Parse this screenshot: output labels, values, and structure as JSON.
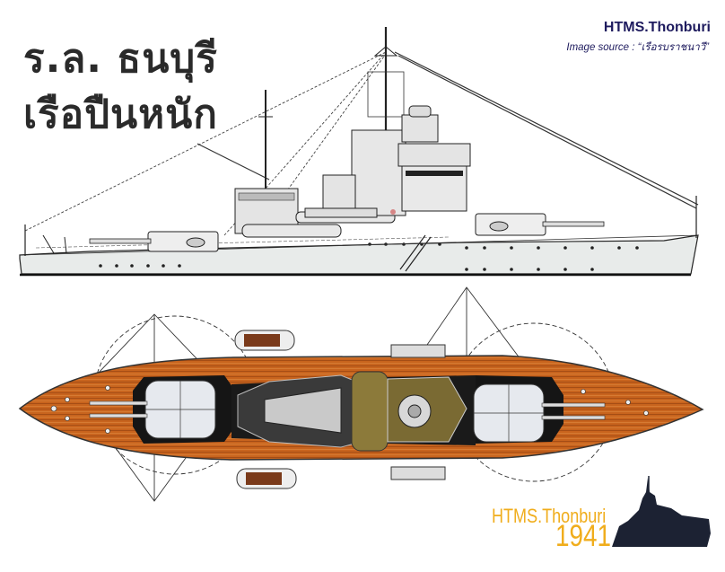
{
  "titles": {
    "thai_ship_name": "ร.ล. ธนบุรี",
    "thai_ship_type": "เรือปืนหนัก"
  },
  "caption": {
    "ship_name": "HTMS.Thonburi",
    "image_source": "Image source : “เรือรบราชนาวี”"
  },
  "badge": {
    "ship_name": "HTMS.Thonburi",
    "year": "1941",
    "color": "#f0ad1c"
  },
  "drawings": {
    "profile_view": {
      "label": "side-elevation",
      "hull_color": "#e8ebea",
      "line_color": "#2b2b2b"
    },
    "plan_view": {
      "label": "deck-plan",
      "deck_color": "#c8641e",
      "turret_color": "#e6e9ee",
      "shadow_color": "#151515",
      "superstructure_accent": "#8c7a3a"
    },
    "photo_thumbnail": {
      "label": "ship-silhouette-photo",
      "color": "#1c2233"
    }
  }
}
